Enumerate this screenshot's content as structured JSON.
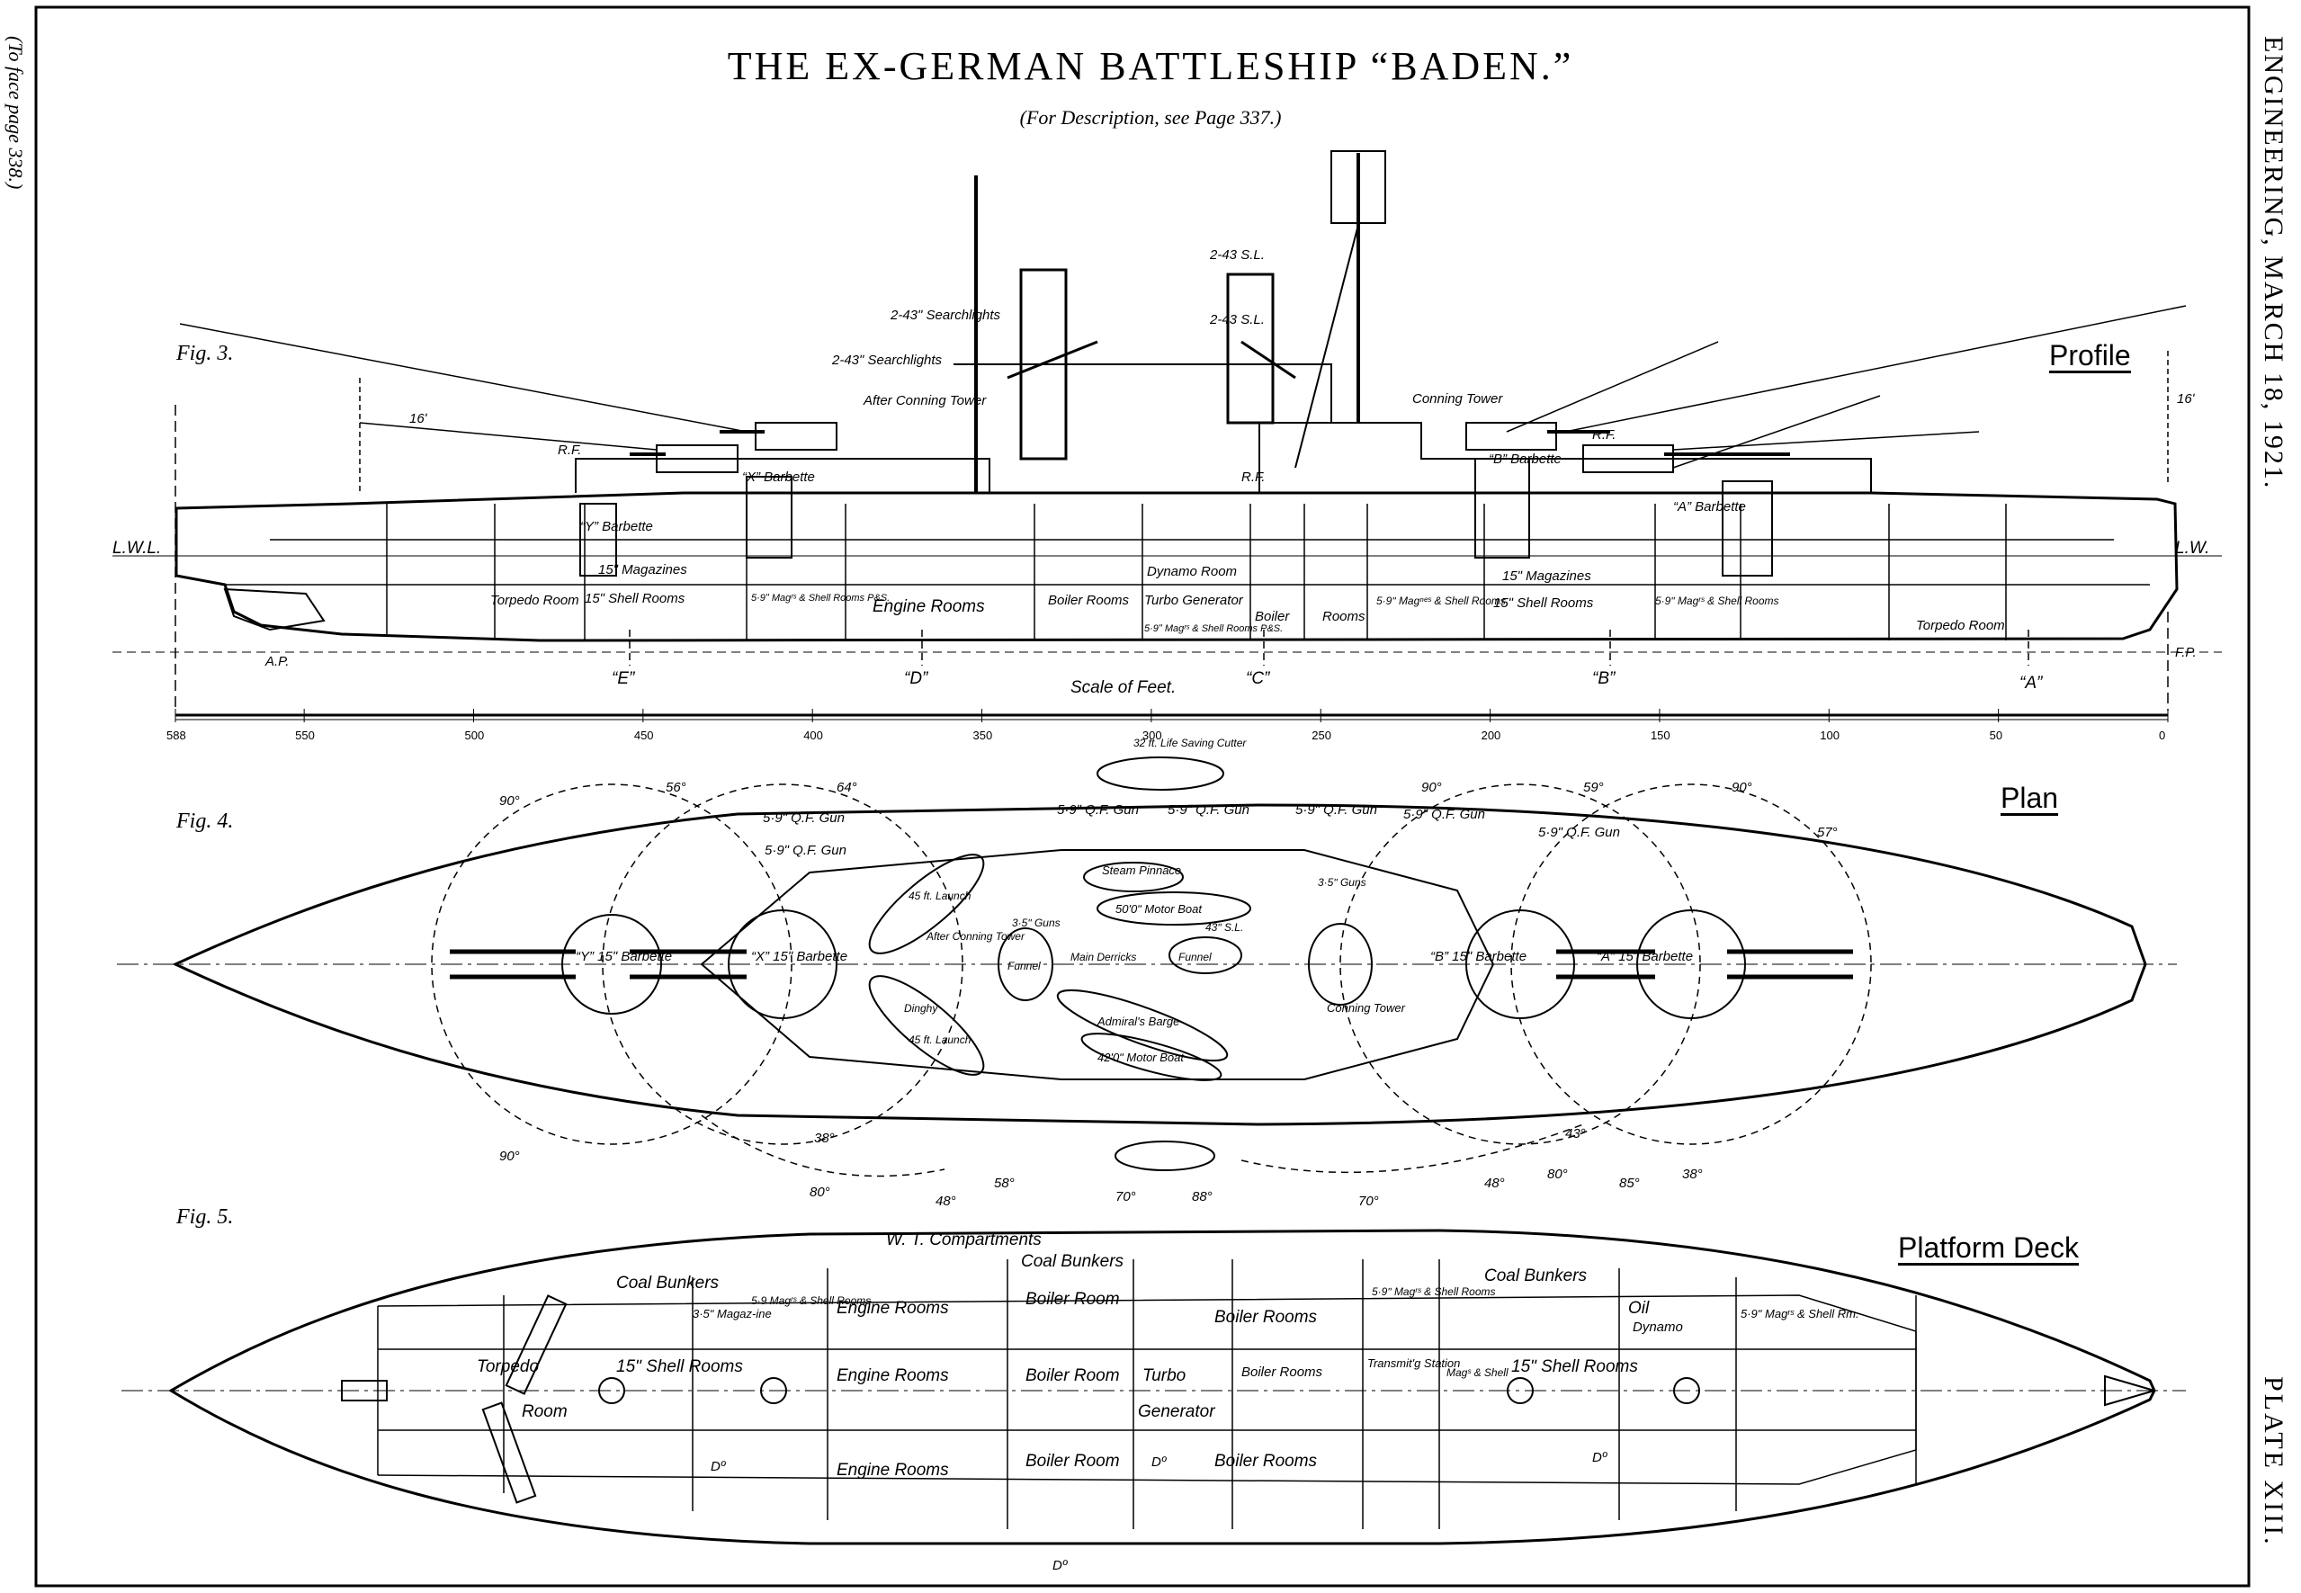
{
  "title": "THE EX-GERMAN BATTLESHIP “BADEN.”",
  "subtitle": "(For Description, see Page 337.)",
  "side_right_top": "ENGINEERING, MARCH 18, 1921.",
  "side_right_bottom": "PLATE XIII.",
  "side_left": "(To face page 338.)",
  "figures": {
    "fig3": {
      "number": "Fig. 3.",
      "heading": "Profile"
    },
    "fig4": {
      "number": "Fig. 4.",
      "heading": "Plan"
    },
    "fig5": {
      "number": "Fig. 5.",
      "heading": "Platform Deck"
    }
  },
  "profile": {
    "lwl_left": "L.W.L.",
    "lw_right": "L.W.",
    "ap": "A.P.",
    "fp": "F.P.",
    "sections": [
      "“E”",
      "“D”",
      "“C”",
      "“B”",
      "“A”"
    ],
    "scale_label": "Scale of Feet.",
    "scale_ticks": [
      "588",
      "550",
      "500",
      "450",
      "400",
      "350",
      "300",
      "250",
      "200",
      "150",
      "100",
      "50",
      "0"
    ],
    "labels": {
      "searchlights_1": "2-43ʺ Searchlights",
      "searchlights_2": "2-43ʺ Searchlights",
      "sl_fore_1": "2-43 S.L.",
      "sl_fore_2": "2-43 S.L.",
      "after_tower": "After Conning Tower",
      "conning_tower": "Conning Tower",
      "y_barbette": "“Y” Barbette",
      "x_barbette": "“X” Barbette",
      "b_barbette": "“B” Barbette",
      "a_barbette": "“A” Barbette",
      "magazines_aft": "15ʺ Magazines",
      "magazines_fwd": "15ʺ Magazines",
      "torpedo_aft": "Torpedo Room",
      "torpedo_fwd": "Torpedo Room",
      "shell_aft": "15ʺ Shell Rooms",
      "shell_fwd": "15ʺ Shell Rooms",
      "mag_59_aft": "5·9ʺ Magʳˢ & Shell Rooms P&S.",
      "engine": "Engine Rooms",
      "boiler_1": "Boiler Rooms",
      "dynamo": "Dynamo Room",
      "turbo": "Turbo Generator",
      "mag_59_mid": "5·9ʺ Magʳˢ & Shell Rooms P&S.",
      "boiler_2": "Boiler",
      "rooms_2": "Rooms",
      "mag_59_fwd1": "5·9ʺ Magⁿᵉˢ & Shell Rooms",
      "mag_59_fwd2": "5·9ʺ Magʳˢ & Shell Rooms",
      "rf": "R.F.",
      "d16_aft": "16ʹ",
      "d16_fwd": "16ʹ"
    }
  },
  "plan": {
    "labels": {
      "cutter": "32 ft. Life Saving Cutter",
      "qf_1": "5·9ʺ Q.F. Gun",
      "qf_2": "5·9ʺ Q.F. Gun",
      "qf_3": "5·9ʺ Q.F. Gun",
      "qf_4": "5·9ʺ Q.F. Gun",
      "qf_5": "5·9ʺ Q.F. Gun",
      "qf_6": "5·9ʺ Q.F. Gun",
      "qf_7": "5·9ʺ Q.F. Gun",
      "y_barbette": "“Y” 15ʺ Barbette",
      "x_barbette": "“X” 15ʺ Barbette",
      "b_barbette": "“B” 15ʺ Barbette",
      "a_barbette": "“A” 15ʺ Barbette",
      "launch_1": "45 ft. Launch",
      "launch_2": "45 ft. Launch",
      "steam_pinnace": "Steam Pinnace",
      "motor_50": "50'0ʺ Motor Boat",
      "motor_42": "42'0ʺ Motor Boat",
      "admiral_barge": "Admiral's Barge",
      "dinghy": "Dinghy",
      "guns_35_1": "3·5ʺ Guns",
      "guns_35_2": "3·5ʺ Guns",
      "after_conning": "After Conning Tower",
      "funnel_aft": "Funnel",
      "funnel_fwd": "Funnel",
      "main_derricks": "Main Derricks",
      "sl_43": "43ʺ S.L.",
      "conning_tower": "Conning Tower",
      "angles": [
        "90°",
        "56°",
        "64°",
        "90°",
        "59°",
        "90°",
        "57°",
        "90°",
        "38°",
        "80°",
        "48°",
        "58°",
        "70°",
        "88°",
        "70°",
        "48°",
        "80°",
        "43°",
        "85°",
        "38°"
      ]
    }
  },
  "platform": {
    "labels": {
      "wt": "W. T. Compartments",
      "coal_1": "Coal Bunkers",
      "coal_2": "Coal Bunkers",
      "coal_3": "Coal Bunkers",
      "torpedo": "Torpedo",
      "room": "Room",
      "magazine_35": "3·5ʺ Magaz-ine",
      "mag_59_aft": "5·9 Magʳˢ & Shell Rooms",
      "shell_aft": "15ʺ Shell Rooms",
      "engine_1": "Engine Rooms",
      "engine_2": "Engine Rooms",
      "engine_3": "Engine Rooms",
      "boiler_room_1": "Boiler Room",
      "boiler_room_2": "Boiler Room",
      "boiler_room_3": "Boiler Room",
      "turbo": "Turbo",
      "generator": "Generator",
      "boiler_rooms_1": "Boiler Rooms",
      "boiler_rooms_2": "Boiler Rooms",
      "boiler_rooms_3": "Boiler Rooms",
      "mag_59_mid": "5·9ʺ Magʳˢ & Shell Rooms",
      "transmitg": "Transmit'g Station",
      "mag_shell": "Magˢ & Shell",
      "oil": "Oil",
      "dynamo": "Dynamo",
      "mag_59_fwd": "5·9ʺ Magʳˢ & Shell Rm.",
      "shell_fwd": "15ʺ Shell Rooms",
      "ditto": "Dº"
    }
  }
}
